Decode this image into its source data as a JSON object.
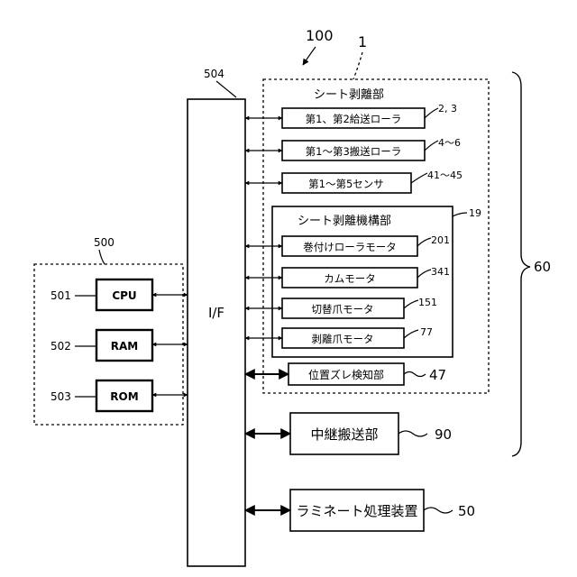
{
  "labels": {
    "system": "100",
    "sheet_unit_ref": "1",
    "sheet_unit": "シート剥離部",
    "if_ref": "504",
    "if_label": "I/F",
    "controller_ref": "500",
    "cpu": "CPU",
    "cpu_ref": "501",
    "ram": "RAM",
    "ram_ref": "502",
    "rom": "ROM",
    "rom_ref": "503",
    "feed_rollers": "第1、第2給送ローラ",
    "feed_rollers_ref": "2, 3",
    "conveyor_rollers": "第1～第3搬送ローラ",
    "conveyor_rollers_ref": "4～6",
    "sensors": "第1～第5センサ",
    "sensors_ref": "41～45",
    "mechanism": "シート剥離機構部",
    "mechanism_ref": "19",
    "winding_motor": "巻付けローラモータ",
    "winding_motor_ref": "201",
    "cam_motor": "カムモータ",
    "cam_motor_ref": "341",
    "switch_motor": "切替爪モータ",
    "switch_motor_ref": "151",
    "peel_motor": "剥離爪モータ",
    "peel_motor_ref": "77",
    "position_detector": "位置ズレ検知部",
    "position_detector_ref": "47",
    "relay_conveyor": "中継搬送部",
    "relay_conveyor_ref": "90",
    "laminator": "ラミネート処理装置",
    "laminator_ref": "50",
    "group_ref": "60"
  }
}
